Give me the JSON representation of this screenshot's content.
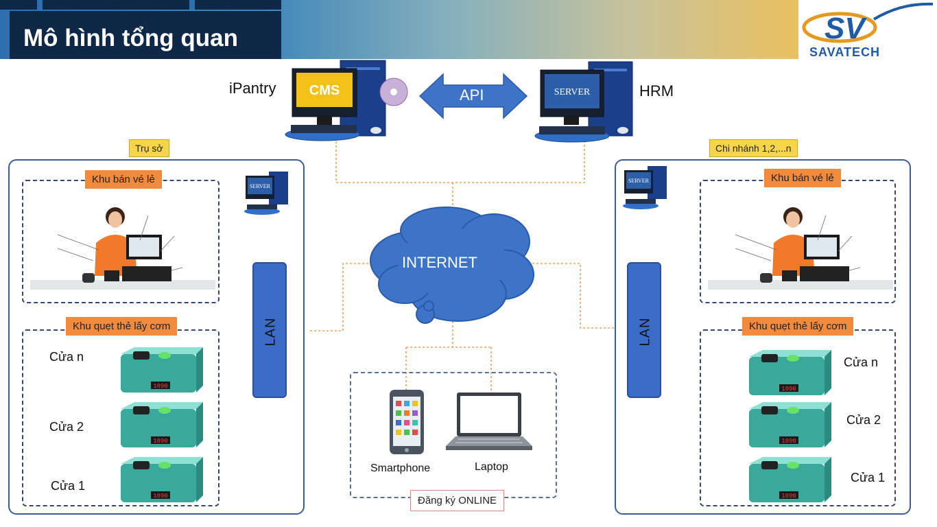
{
  "header": {
    "title": "Mô hình tổng quan",
    "brand": "SAVATECH",
    "logo_letters": "SV"
  },
  "top": {
    "left_label": "iPantry",
    "right_label": "HRM",
    "cms_screen_text": "CMS",
    "server_screen_text": "SERVER",
    "api_label": "API"
  },
  "cloud": {
    "label": "INTERNET"
  },
  "left_site": {
    "tag": "Trụ sở",
    "ticket_area": "Khu bán vé lẻ",
    "swipe_area": "Khu quẹt thẻ lấy cơm",
    "lan": "LAN",
    "server_text": "SERVER",
    "doors": [
      "Cửa n",
      "Cửa 2",
      "Cửa 1"
    ]
  },
  "right_site": {
    "tag": "Chi nhánh  1,2,...n",
    "ticket_area": "Khu bán vé lẻ",
    "swipe_area": "Khu quẹt thẻ lấy cơm",
    "lan": "LAN",
    "server_text": "SERVER",
    "doors": [
      "Cửa n",
      "Cửa 2",
      "Cửa 1"
    ]
  },
  "online": {
    "smartphone": "Smartphone",
    "laptop": "Laptop",
    "tag": "Đăng ký ONLINE"
  },
  "reader": {
    "display": "1890"
  },
  "colors": {
    "header_dark": "#102848",
    "lan_blue": "#3a6cc8",
    "cloud_blue": "#3d74c8",
    "tag_orange": "#f08a3c",
    "tag_yellow": "#f7d54a",
    "link_orange": "#e8a060"
  }
}
